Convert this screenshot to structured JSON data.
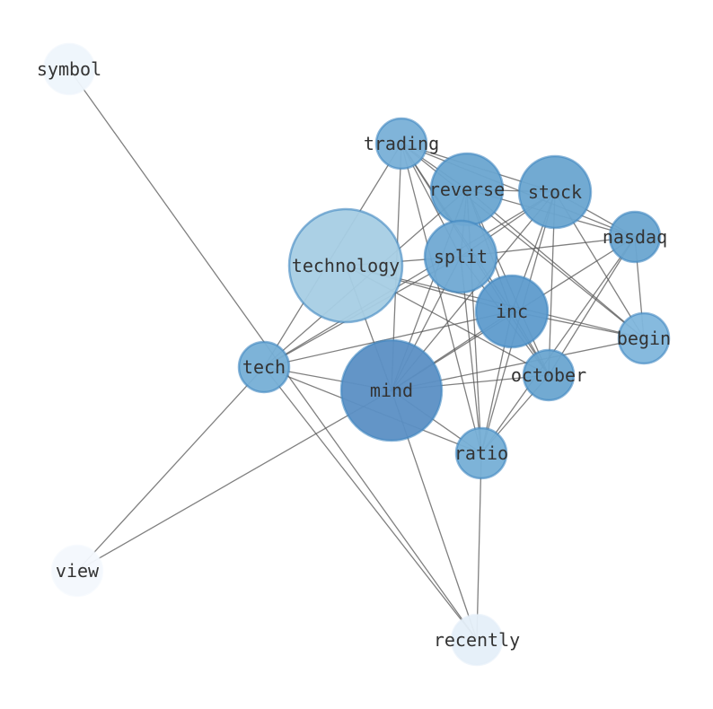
{
  "chart_data": {
    "type": "network",
    "title": "",
    "nodes": [
      {
        "id": "symbol",
        "label": "symbol",
        "weight": 0.05,
        "color": "#eef5fc"
      },
      {
        "id": "trading",
        "label": "trading",
        "weight": 0.5,
        "color": "#79b0d7"
      },
      {
        "id": "reverse",
        "label": "reverse",
        "weight": 0.62,
        "color": "#6aa5d0"
      },
      {
        "id": "stock",
        "label": "stock",
        "weight": 0.62,
        "color": "#6aa5d0"
      },
      {
        "id": "nasdaq",
        "label": "nasdaq",
        "weight": 0.62,
        "color": "#6aa5d0"
      },
      {
        "id": "technology",
        "label": "technology",
        "weight": 0.3,
        "color": "#a7cde4"
      },
      {
        "id": "split",
        "label": "split",
        "weight": 0.58,
        "color": "#70a9d3"
      },
      {
        "id": "inc",
        "label": "inc",
        "weight": 0.7,
        "color": "#5e9bcc"
      },
      {
        "id": "begin",
        "label": "begin",
        "weight": 0.45,
        "color": "#80b6dc"
      },
      {
        "id": "october",
        "label": "october",
        "weight": 0.62,
        "color": "#6aa5d0"
      },
      {
        "id": "tech",
        "label": "tech",
        "weight": 0.5,
        "color": "#76afd6"
      },
      {
        "id": "mind",
        "label": "mind",
        "weight": 0.85,
        "color": "#5b8fc4"
      },
      {
        "id": "ratio",
        "label": "ratio",
        "weight": 0.5,
        "color": "#76afd6"
      },
      {
        "id": "view",
        "label": "view",
        "weight": 0.03,
        "color": "#f3f8fd"
      },
      {
        "id": "recently",
        "label": "recently",
        "weight": 0.1,
        "color": "#e5eff9"
      }
    ],
    "edges": [
      [
        "symbol",
        "recently"
      ],
      [
        "tech",
        "view"
      ],
      [
        "mind",
        "view"
      ],
      [
        "tech",
        "recently"
      ],
      [
        "mind",
        "recently"
      ],
      [
        "ratio",
        "recently"
      ],
      [
        "trading",
        "tech"
      ],
      [
        "trading",
        "mind"
      ],
      [
        "trading",
        "reverse"
      ],
      [
        "trading",
        "stock"
      ],
      [
        "trading",
        "nasdaq"
      ],
      [
        "trading",
        "split"
      ],
      [
        "trading",
        "inc"
      ],
      [
        "trading",
        "october"
      ],
      [
        "trading",
        "begin"
      ],
      [
        "trading",
        "ratio"
      ],
      [
        "reverse",
        "stock"
      ],
      [
        "reverse",
        "nasdaq"
      ],
      [
        "reverse",
        "split"
      ],
      [
        "reverse",
        "inc"
      ],
      [
        "reverse",
        "mind"
      ],
      [
        "reverse",
        "tech"
      ],
      [
        "reverse",
        "ratio"
      ],
      [
        "reverse",
        "october"
      ],
      [
        "reverse",
        "begin"
      ],
      [
        "stock",
        "split"
      ],
      [
        "stock",
        "inc"
      ],
      [
        "stock",
        "mind"
      ],
      [
        "stock",
        "tech"
      ],
      [
        "stock",
        "october"
      ],
      [
        "stock",
        "ratio"
      ],
      [
        "stock",
        "begin"
      ],
      [
        "stock",
        "nasdaq"
      ],
      [
        "nasdaq",
        "split"
      ],
      [
        "nasdaq",
        "mind"
      ],
      [
        "nasdaq",
        "october"
      ],
      [
        "nasdaq",
        "ratio"
      ],
      [
        "nasdaq",
        "begin"
      ],
      [
        "technology",
        "split"
      ],
      [
        "technology",
        "mind"
      ],
      [
        "technology",
        "inc"
      ],
      [
        "technology",
        "october"
      ],
      [
        "technology",
        "begin"
      ],
      [
        "split",
        "mind"
      ],
      [
        "split",
        "tech"
      ],
      [
        "split",
        "ratio"
      ],
      [
        "split",
        "october"
      ],
      [
        "inc",
        "mind"
      ],
      [
        "inc",
        "tech"
      ],
      [
        "inc",
        "begin"
      ],
      [
        "inc",
        "october"
      ],
      [
        "inc",
        "ratio"
      ],
      [
        "mind",
        "october"
      ],
      [
        "mind",
        "begin"
      ],
      [
        "mind",
        "tech"
      ],
      [
        "mind",
        "ratio"
      ],
      [
        "tech",
        "ratio"
      ],
      [
        "october",
        "ratio"
      ]
    ]
  }
}
